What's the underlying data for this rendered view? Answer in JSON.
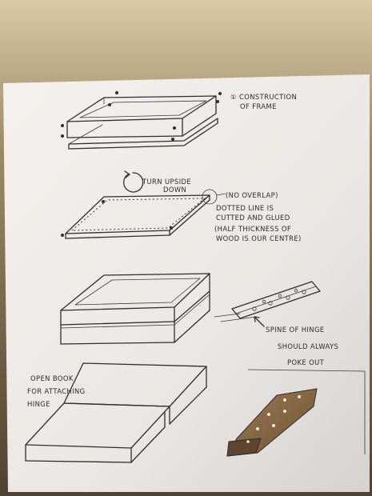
{
  "notes": {
    "step1_line1": "① CONSTRUCTION",
    "step1_line2": "OF FRAME",
    "turn_line1": "TURN UPSIDE",
    "turn_line2": "DOWN",
    "no_overlap": "(NO OVERLAP)",
    "dotted_line1": "DOTTED LINE IS",
    "dotted_line2": "CUTTED AND GLUED",
    "dotted_line3": "(HALF THICKNESS OF",
    "dotted_line4": "WOOD IS OUR CENTRE)",
    "spine_line1": "SPINE OF HINGE",
    "spine_line2": "SHOULD ALWAYS",
    "spine_line3": "POKE OUT",
    "open_book_line1": "OPEN BOOK",
    "open_book_line2": "FOR ATTACHING",
    "open_book_line3": "HINGE"
  },
  "colors": {
    "background": "#6e5f45",
    "paper": "#ece8e4",
    "ink": "#2e2d31",
    "hinge": "#8a6a44"
  }
}
